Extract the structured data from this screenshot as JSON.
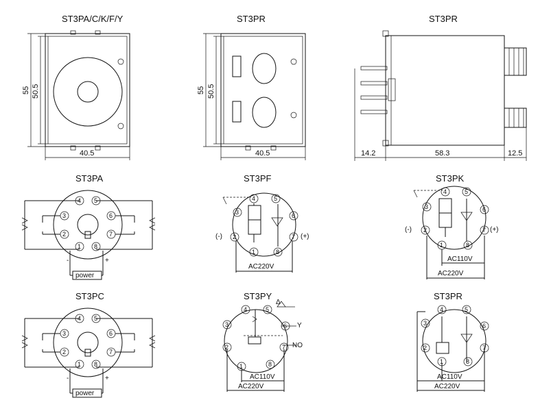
{
  "titles": {
    "front_a": "ST3PA/C/K/F/Y",
    "front_r": "ST3PR",
    "side_r": "ST3PR",
    "w_pa": "ST3PA",
    "w_pf": "ST3PF",
    "w_pk": "ST3PK",
    "w_pc": "ST3PC",
    "w_py": "ST3PY",
    "w_pr": "ST3PR"
  },
  "dims": {
    "height_outer": "55",
    "height_inner": "50.5",
    "width": "40.5",
    "pin_len": "14.2",
    "body_len": "58.3",
    "socket": "12.5"
  },
  "pins": [
    "1",
    "2",
    "3",
    "4",
    "5",
    "6",
    "7",
    "8"
  ],
  "labels": {
    "power": "power",
    "minus": "-",
    "plus": "+",
    "neg": "(-)",
    "pos": "(+)",
    "ac220": "AC220V",
    "ac110": "AC110V",
    "y": "Y",
    "delta": "Δ",
    "no": "NO"
  }
}
